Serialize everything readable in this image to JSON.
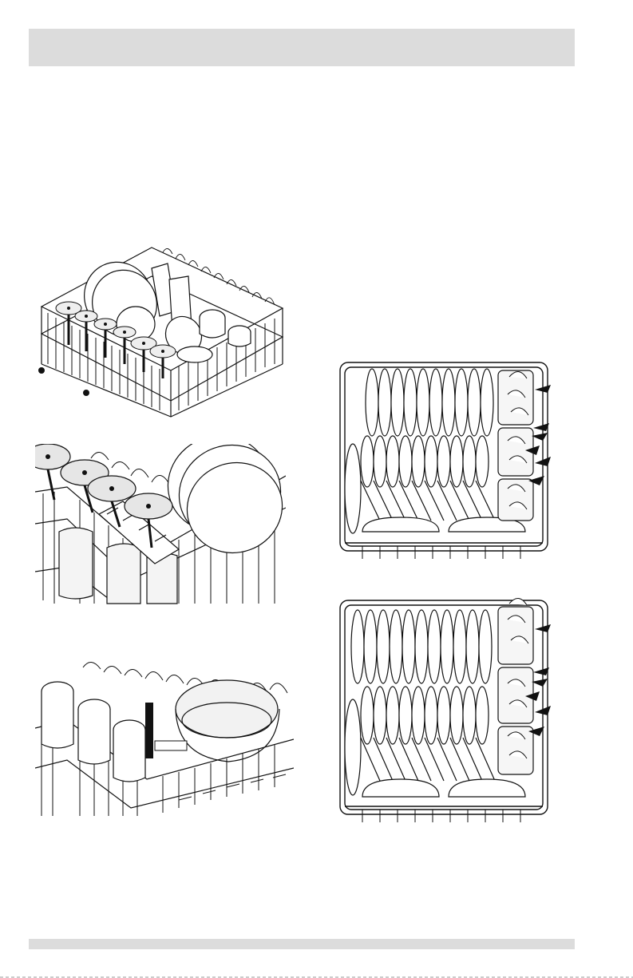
{
  "page": {
    "header_band": "",
    "footer_band": ""
  },
  "illustrations": [
    {
      "id": "upper-rack-loaded",
      "icon": "upper-rack-overview-illustration"
    },
    {
      "id": "upper-rack-closeup",
      "icon": "stemware-holder-illustration"
    },
    {
      "id": "upper-rack-bowls",
      "icon": "upper-rack-bowls-illustration"
    },
    {
      "id": "lower-rack-top-1",
      "icon": "lower-rack-plates-illustration"
    },
    {
      "id": "lower-rack-top-2",
      "icon": "lower-rack-plates-illustration"
    }
  ],
  "colors": {
    "band": "#dcdcdc",
    "ink": "#111111",
    "paper": "#ffffff"
  }
}
